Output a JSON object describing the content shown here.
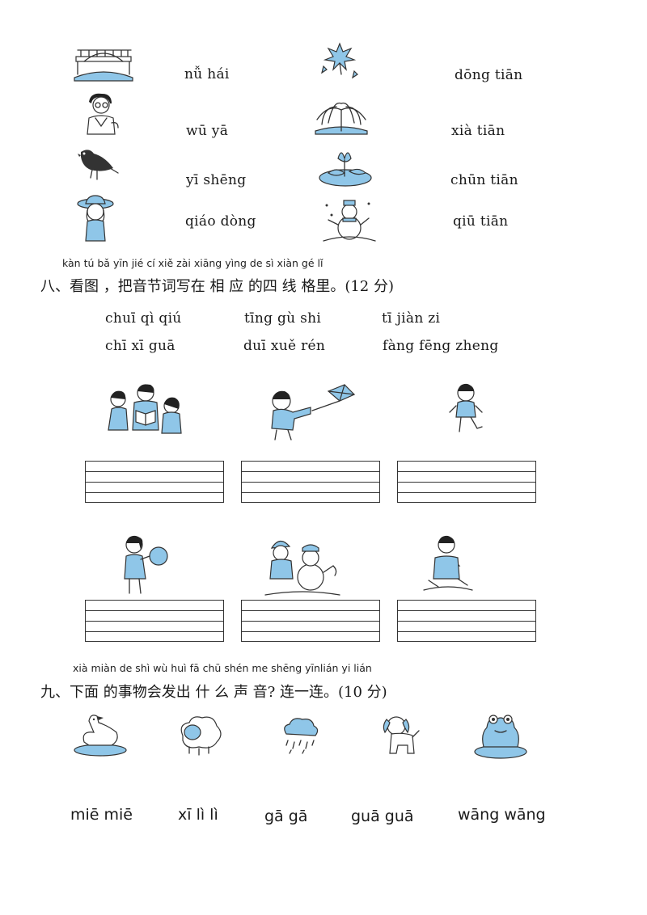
{
  "match_section": {
    "left_words": [
      "nǚ hái",
      "wū yā",
      "yī shēng",
      "qiáo dòng"
    ],
    "right_words": [
      "dōng tiān",
      "xià tiān",
      "chūn tiān",
      "qiū tiān"
    ],
    "left_pictures": [
      "bridge-icon",
      "doctor-icon",
      "crow-icon",
      "girl-icon"
    ],
    "right_pictures": [
      "maple-leaves-icon",
      "willow-tree-icon",
      "lotus-pond-icon",
      "snowman-icon"
    ]
  },
  "section8": {
    "pinyin_line": "kàn tú bǎ yīn jié cí xiě zài xiāng yìng de sì xiàn gé lǐ",
    "title": "八、看图 ，把音节词写在 相 应 的四 线 格里。(12 分)",
    "words_row1": [
      "chuī qì qiú",
      "tīng gù shi",
      "tī jiàn zi"
    ],
    "words_row2": [
      "chī xī guā",
      "duī xuě rén",
      "fàng fēng zheng"
    ],
    "pictures": [
      "kids-reading-icon",
      "boy-kite-icon",
      "kid-shuttlecock-icon",
      "girl-balloon-icon",
      "kid-snowman-icon",
      "boy-watermelon-icon"
    ]
  },
  "section9": {
    "pinyin_line": "xià miàn de shì wù huì fā chū shén me shēng yīnlián yi lián",
    "title": "九、下面 的事物会发出 什 么 声 音? 连一连。(10 分)",
    "sounds": [
      "miē miē",
      "xī lì lì",
      "gā gā",
      "guā guā",
      "wāng wāng"
    ],
    "pictures": [
      "duck-icon",
      "sheep-icon",
      "rain-cloud-icon",
      "dog-icon",
      "frog-icon"
    ]
  },
  "colors": {
    "accent": "#8fc6e8",
    "ink": "#1a1a1a"
  }
}
